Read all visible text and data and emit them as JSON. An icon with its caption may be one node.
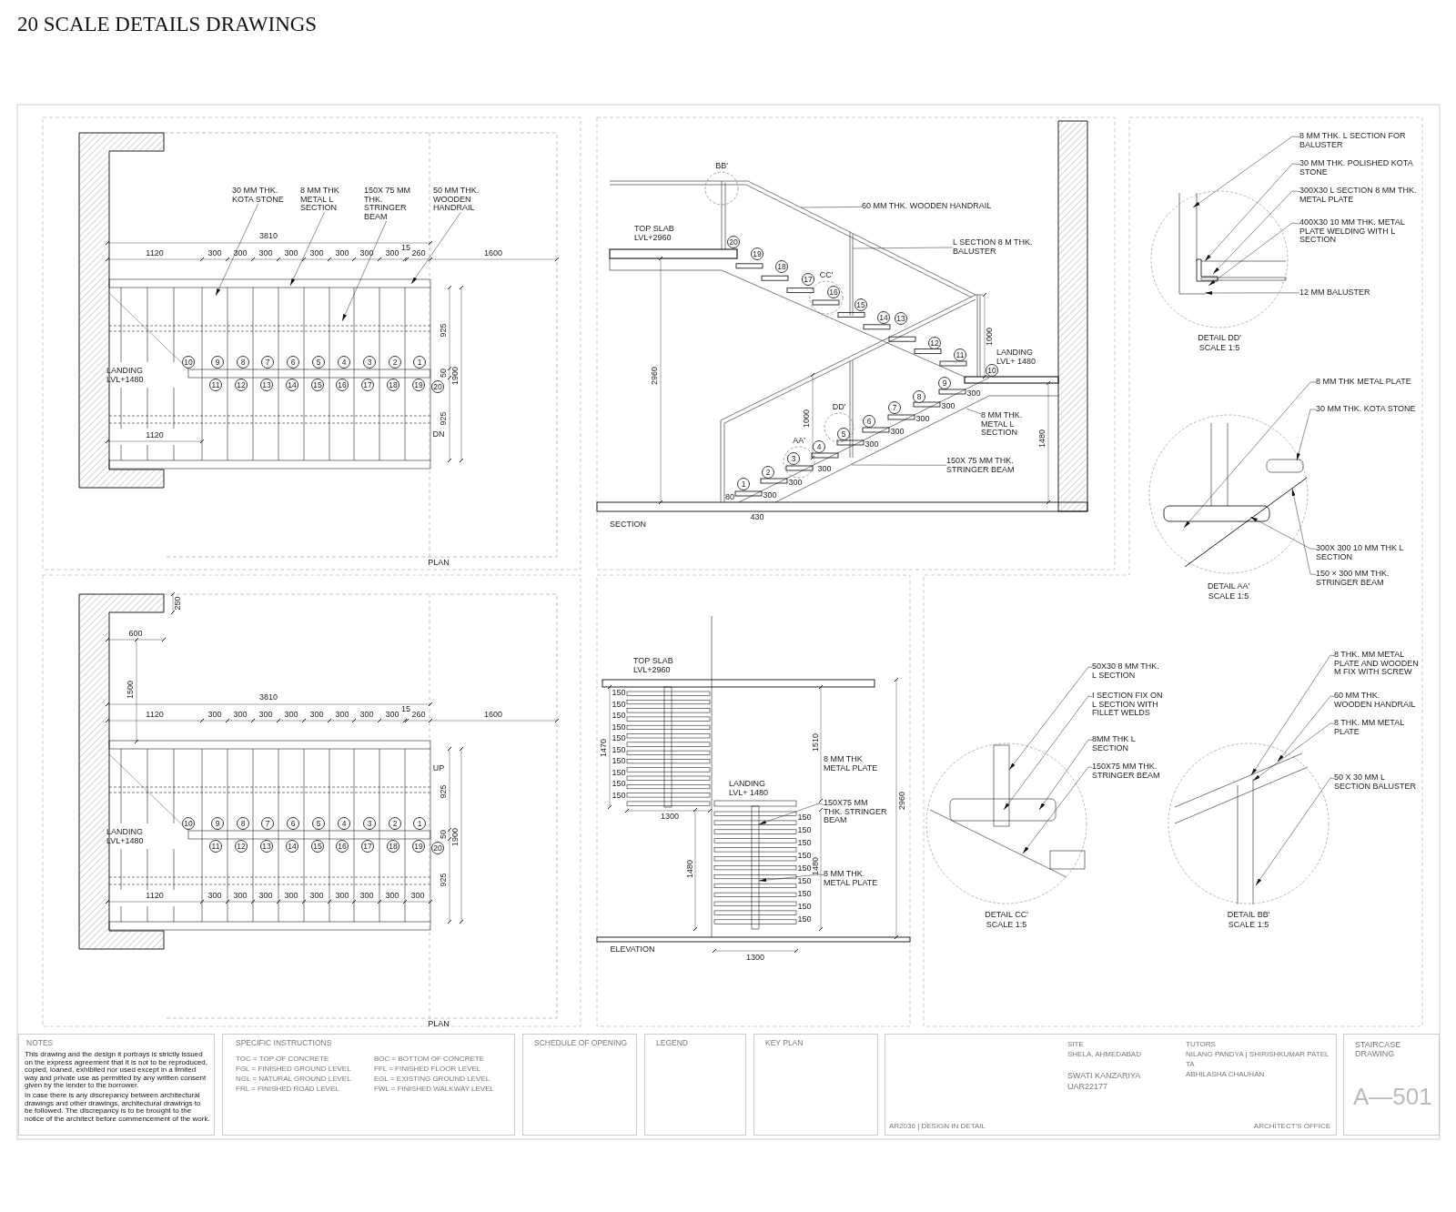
{
  "diagram": {
    "title": "20 SCALE DETAILS DRAWINGS",
    "nodes": [
      {
        "text": [
          "30 MM THK. KOTA STONE"
        ]
      },
      {
        "text": [
          "8 MM THK METAL L SECTION"
        ]
      },
      {
        "text": [
          "150X 75 MM THK. STRINGER BEAM"
        ]
      },
      {
        "text": [
          "50 MM THK. WOODEN HANDRAIL"
        ]
      },
      {
        "text": [
          "10"
        ]
      },
      {
        "text": [
          "9"
        ]
      },
      {
        "text": [
          "8"
        ]
      },
      {
        "text": [
          "7"
        ]
      },
      {
        "text": [
          "6"
        ]
      },
      {
        "text": [
          "5"
        ]
      },
      {
        "text": [
          "4"
        ]
      },
      {
        "text": [
          "3"
        ]
      },
      {
        "text": [
          "2"
        ]
      },
      {
        "text": [
          "1"
        ]
      },
      {
        "text": [
          "11"
        ]
      },
      {
        "text": [
          "12"
        ]
      },
      {
        "text": [
          "13"
        ]
      },
      {
        "text": [
          "14"
        ]
      },
      {
        "text": [
          "15"
        ]
      },
      {
        "text": [
          "16"
        ]
      },
      {
        "text": [
          "17"
        ]
      },
      {
        "text": [
          "18"
        ]
      },
      {
        "text": [
          "19"
        ]
      },
      {
        "text": [
          "20"
        ]
      },
      {
        "text": [
          "10"
        ]
      },
      {
        "text": [
          "9"
        ]
      },
      {
        "text": [
          "8"
        ]
      },
      {
        "text": [
          "7"
        ]
      },
      {
        "text": [
          "6"
        ]
      },
      {
        "text": [
          "5"
        ]
      },
      {
        "text": [
          "4"
        ]
      },
      {
        "text": [
          "3"
        ]
      },
      {
        "text": [
          "2"
        ]
      },
      {
        "text": [
          "1"
        ]
      },
      {
        "text": [
          "11"
        ]
      },
      {
        "text": [
          "12"
        ]
      },
      {
        "text": [
          "13"
        ]
      },
      {
        "text": [
          "14"
        ]
      },
      {
        "text": [
          "15"
        ]
      },
      {
        "text": [
          "16"
        ]
      },
      {
        "text": [
          "17"
        ]
      },
      {
        "text": [
          "18"
        ]
      },
      {
        "text": [
          "19"
        ]
      },
      {
        "text": [
          "20"
        ]
      },
      {
        "text": [
          "BB'"
        ]
      },
      {
        "text": [
          "60 MM THK. WOODEN HANDRAIL"
        ]
      },
      {
        "text": [
          "L SECTION 8 M THK. BALUSTER"
        ]
      },
      {
        "text": [
          "CC'"
        ]
      },
      {
        "text": [
          "DD'"
        ]
      },
      {
        "text": [
          "AA'"
        ]
      },
      {
        "text": [
          "8 MM THK. METAL L SECTION"
        ]
      },
      {
        "text": [
          "150X 75 MM THK. STRINGER BEAM"
        ]
      },
      {
        "text": [
          "20"
        ]
      },
      {
        "text": [
          "19"
        ]
      },
      {
        "text": [
          "18"
        ]
      },
      {
        "text": [
          "17"
        ]
      },
      {
        "text": [
          "16"
        ],
        "in": 47
      },
      {
        "text": [
          "15"
        ]
      },
      {
        "text": [
          "14"
        ]
      },
      {
        "text": [
          "13"
        ]
      },
      {
        "text": [
          "12"
        ]
      },
      {
        "text": [
          "11"
        ]
      },
      {
        "text": [
          "10"
        ]
      },
      {
        "text": [
          "9"
        ]
      },
      {
        "text": [
          "8"
        ]
      },
      {
        "text": [
          "7"
        ]
      },
      {
        "text": [
          "6"
        ]
      },
      {
        "text": [
          "5"
        ],
        "in": 48
      },
      {
        "text": [
          "4"
        ]
      },
      {
        "text": [
          "3"
        ],
        "in": 49
      },
      {
        "text": [
          "2"
        ]
      },
      {
        "text": [
          "1"
        ]
      },
      {
        "text": [
          "8 MM THK. L SECTION FOR BALUSTER"
        ]
      },
      {
        "text": [
          "30 MM THK. POLISHED KOTA STONE"
        ]
      },
      {
        "text": [
          "300X30 L SECTION 8 MM THK. METAL PLATE"
        ]
      },
      {
        "text": [
          "400X30 10 MM THK. METAL PLATE WELDING WITH L SECTION"
        ]
      },
      {
        "text": [
          "12 MM BALUSTER"
        ]
      },
      {
        "text": [
          "8 MM THK METAL PLATE"
        ]
      },
      {
        "text": [
          "30 MM THK. KOTA STONE"
        ]
      },
      {
        "text": [
          "300X 300 10 MM THK L SECTION"
        ]
      },
      {
        "text": [
          "150 × 300 MM THK. STRINGER BEAM"
        ]
      },
      {
        "text": [
          "150X75 MM THK. STRINGER BEAM"
        ]
      },
      {
        "text": [
          "8 MM THK. METAL PLATE"
        ]
      },
      {
        "text": [
          "50X30 8 MM THK. L SECTION"
        ]
      },
      {
        "text": [
          "I SECTION FIX ON L SECTION WITH FILLET WELDS"
        ]
      },
      {
        "text": [
          "8MM THK L SECTION"
        ]
      },
      {
        "text": [
          "150X75 MM THK. STRINGER BEAM"
        ]
      },
      {
        "text": [
          "8 THK. MM METAL PLATE AND WOODEN M FIX WITH SCREW"
        ]
      },
      {
        "text": [
          "60 MM THK. WOODEN HANDRAIL"
        ]
      },
      {
        "text": [
          "8 THK. MM METAL PLATE"
        ]
      },
      {
        "text": [
          "50 X 30 MM L SECTION BALUSTER"
        ]
      },
      {
        "text": [
          "NOTES",
          "This drawing and the design it portrays is strictly issued on the express agreement that it is not to be reproduced, copied, loaned, exhibited nor used except in a limited way and private use as permitted by any written consent given by the lender to the borrower.",
          "In case there is any discrepancy between architectural drawings and other drawings, architectural drawings to be followed. The discrepancy is to be brought to the notice of the architect before commencement of the work."
        ]
      },
      {
        "text": [
          "SPECIFIC INSTRUCTIONS",
          "TOC = TOP OF CONCRETE",
          "BOC = BOTTOM OF CONCRETE",
          "FGL = FINISHED GROUND LEVEL",
          "FFL = FINISHED FLOOR LEVEL",
          "NGL = NATURAL GROUND LEVEL",
          "EGL = EXISTING GROUND LEVEL",
          "FRL = FINISHED ROAD LEVEL",
          "FWL = FINISHED WALKWAY LEVEL"
        ]
      },
      {
        "text": [
          "SCHEDULE OF OPENING"
        ]
      },
      {
        "text": [
          "LEGEND"
        ]
      },
      {
        "text": [
          "KEY PLAN"
        ]
      },
      {
        "text": [
          "SITE",
          "SHELA, AHMEDABAD",
          "SWATI KANZARIYA",
          "UAR22177",
          "TUTORS",
          "NILANG PANDYA | SHIRISHKUMAR PATEL",
          "TA",
          "ABHILASHA CHAUHAN",
          "AR2036 | DESIGN IN DETAIL",
          "ARCHITECT'S OFFICE"
        ]
      },
      {
        "text": [
          "STAIRCASE DRAWING",
          "A—501"
        ]
      }
    ],
    "edges": [
      {
        "from": 0,
        "to": null,
        "arrow": "to"
      },
      {
        "from": 1,
        "to": null,
        "arrow": "to"
      },
      {
        "from": 2,
        "to": null,
        "arrow": "to"
      },
      {
        "from": 3,
        "to": null,
        "arrow": "to"
      },
      {
        "from": 45,
        "to": null,
        "arrow": "none"
      },
      {
        "from": 46,
        "to": null,
        "arrow": "none"
      },
      {
        "from": 50,
        "to": null,
        "arrow": "none"
      },
      {
        "from": 51,
        "to": null,
        "arrow": "none"
      },
      {
        "from": 72,
        "to": null,
        "arrow": "to"
      },
      {
        "from": 73,
        "to": null,
        "arrow": "to"
      },
      {
        "from": 74,
        "to": null,
        "arrow": "to"
      },
      {
        "from": 75,
        "to": null,
        "arrow": "to"
      },
      {
        "from": 76,
        "to": null,
        "arrow": "to"
      },
      {
        "from": 77,
        "to": null,
        "arrow": "to"
      },
      {
        "from": 78,
        "to": null,
        "arrow": "to"
      },
      {
        "from": 79,
        "to": null,
        "arrow": "to"
      },
      {
        "from": 80,
        "to": null,
        "arrow": "to"
      },
      {
        "from": 81,
        "to": null,
        "arrow": "to"
      },
      {
        "from": 82,
        "to": null,
        "arrow": "to"
      },
      {
        "from": 83,
        "to": null,
        "arrow": "to"
      },
      {
        "from": 84,
        "to": null,
        "arrow": "to"
      },
      {
        "from": 85,
        "to": null,
        "arrow": "to"
      },
      {
        "from": 86,
        "to": null,
        "arrow": "to"
      },
      {
        "from": 87,
        "to": null,
        "arrow": "to"
      },
      {
        "from": 88,
        "to": null,
        "arrow": "to"
      },
      {
        "from": 89,
        "to": null,
        "arrow": "to"
      },
      {
        "from": 90,
        "to": null,
        "arrow": "to"
      }
    ],
    "labels": [
      "3810",
      "1120",
      "300",
      "300",
      "300",
      "300",
      "300",
      "300",
      "300",
      "300",
      "15",
      "260",
      "1600",
      "LANDING LVL+1480",
      "925",
      "50",
      "1900",
      "925",
      "1120",
      "DN",
      "PLAN",
      "250",
      "600",
      "1500",
      "3810",
      "1120",
      "300",
      "300",
      "300",
      "300",
      "300",
      "300",
      "300",
      "300",
      "15",
      "260",
      "1600",
      "UP",
      "LANDING LVL+1480",
      "925",
      "50",
      "1900",
      "925",
      "1120",
      "300",
      "300",
      "300",
      "300",
      "300",
      "300",
      "300",
      "300",
      "300",
      "PLAN",
      "TOP SLAB LVL+2960",
      "2960",
      "1000",
      "LANDING LVL+ 1480",
      "1000",
      "1480",
      "300",
      "300",
      "300",
      "300",
      "300",
      "300",
      "300",
      "300",
      "430",
      "80",
      "SECTION",
      "DETAIL DD'",
      "SCALE 1:5",
      "DETAIL AA'",
      "SCALE 1:5",
      "TOP SLAB LVL+2960",
      "1470",
      "150",
      "150",
      "150",
      "150",
      "150",
      "150",
      "150",
      "150",
      "150",
      "150",
      "1510",
      "8 MM THK METAL PLATE",
      "2960",
      "LANDING LVL+ 1480",
      "1300",
      "1480",
      "1480",
      "150",
      "150",
      "150",
      "150",
      "150",
      "150",
      "150",
      "150",
      "150",
      "ELEVATION",
      "1300",
      "DETAIL CC'",
      "SCALE 1:5",
      "DETAIL BB'",
      "SCALE 1:5"
    ]
  }
}
